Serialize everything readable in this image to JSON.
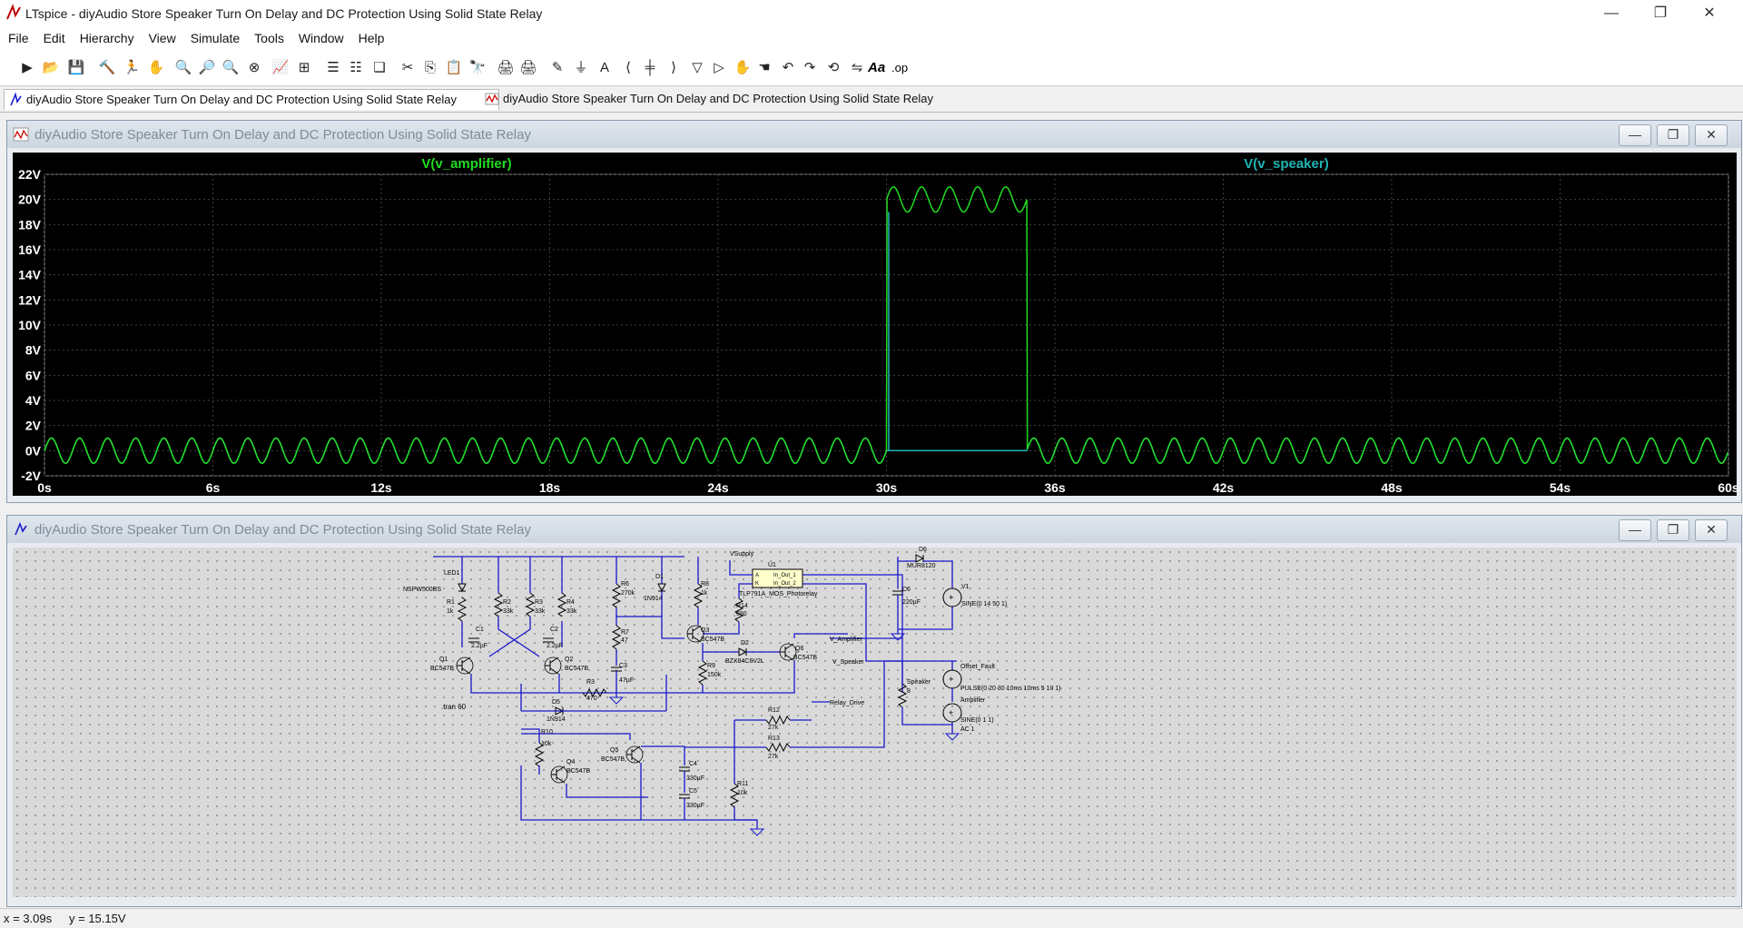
{
  "app": {
    "title": "LTspice - diyAudio Store Speaker Turn On Delay and DC Protection Using Solid State Relay"
  },
  "window_controls": {
    "minimize": "—",
    "restore": "❐",
    "close": "✕"
  },
  "menu": [
    "File",
    "Edit",
    "Hierarchy",
    "View",
    "Simulate",
    "Tools",
    "Window",
    "Help"
  ],
  "toolbar_icons": [
    "new-schematic-icon",
    "open-icon",
    "save-icon",
    "control-panel-icon",
    "run-icon",
    "halt-icon",
    "zoom-in-icon",
    "zoom-area-icon",
    "zoom-out-icon",
    "zoom-cancel-icon",
    "autorange-icon",
    "pick-visible-traces-icon",
    "tile-vertical-icon",
    "tile-horizontal-icon",
    "cascade-icon",
    "cut-icon",
    "copy-icon",
    "paste-icon",
    "find-icon",
    "print-preview-icon",
    "print-icon",
    "draw-wire-icon",
    "ground-icon",
    "label-net-icon",
    "resistor-icon",
    "capacitor-icon",
    "inductor-icon",
    "diode-icon",
    "component-icon",
    "move-icon",
    "drag-icon",
    "undo-icon",
    "redo-icon",
    "rotate-icon",
    "mirror-icon",
    "text-icon",
    "spice-directive-icon"
  ],
  "toolbar_text": {
    "text_tool": "Aa",
    "op_tool": ".op"
  },
  "tabs": [
    {
      "label": "diyAudio Store Speaker Turn On Delay and DC Protection Using Solid State Relay"
    },
    {
      "label": "diyAudio Store Speaker Turn On Delay and DC Protection Using Solid State Relay"
    }
  ],
  "waveform_window": {
    "title": "diyAudio Store Speaker Turn On Delay and DC Protection Using Solid State Relay"
  },
  "schematic_window": {
    "title": "diyAudio Store Speaker Turn On Delay and DC Protection Using Solid State Relay"
  },
  "colors": {
    "v_amplifier": "#22dd22",
    "v_speaker": "#1fb5b5",
    "background": "#000000",
    "grid": "#404040",
    "wire": "#1a1acc",
    "ground": "#1a1acc"
  },
  "chart_data": {
    "type": "line",
    "xlabel": "",
    "ylabel": "",
    "x_ticks": [
      "0s",
      "6s",
      "12s",
      "18s",
      "24s",
      "30s",
      "36s",
      "42s",
      "48s",
      "54s",
      "60s"
    ],
    "y_ticks": [
      "22V",
      "20V",
      "18V",
      "16V",
      "14V",
      "12V",
      "10V",
      "8V",
      "6V",
      "4V",
      "2V",
      "0V",
      "-2V"
    ],
    "xlim": [
      0,
      60
    ],
    "ylim": [
      -2,
      22
    ],
    "grid": true,
    "series": [
      {
        "name": "V(v_amplifier)",
        "description": "1 V amplitude 1 Hz sine centered at 0 V; during the 30s–35s offset fault pulse it rides on 20 V",
        "amplitude": 1,
        "frequency_hz": 1,
        "pulse": {
          "start": 30,
          "end": 35,
          "level": 20
        }
      },
      {
        "name": "V(v_speaker)",
        "description": "follows amplifier until relay disconnects at ~30s, holds 0 V until ~35s, then follows again",
        "disconnect_start": 30,
        "disconnect_end": 35
      }
    ]
  },
  "schematic": {
    "labels": {
      "vsupply": "VSupply",
      "u1": "U1",
      "u1_pin_a": "A",
      "u1_pin_k": "K",
      "u1_out1": "In_Out_1",
      "u1_out2": "In_Out_2",
      "u1_model": "TLP791A_MOS_Photorelay",
      "d6": "D6",
      "d6_model": "MUR8120",
      "v1": "V1",
      "v1_value": "SINE(0 14 50 1)",
      "c6": "C6",
      "c6_value": "220µF",
      "led1": "LED1",
      "led1_model": "NSPW500BS",
      "r1": "R1",
      "r1_value": "1k",
      "r2": "R2",
      "r2_value": "33k",
      "r3": "R3",
      "r3_value": "33k",
      "r4": "R4",
      "r4_value": "33k",
      "r6": "R6",
      "r6_value": "270k",
      "d1": "D1",
      "d1_model": "1N914",
      "r8": "R8",
      "r8_value": "1k",
      "r14": "R14",
      "r14_value": "680",
      "c1": "C1",
      "c1_value": "2.2µF",
      "c2": "C2",
      "c2_value": "2.2µF",
      "q1": "Q1",
      "q1_model": "BC547B",
      "q2": "Q2",
      "q2_model": "BC547B",
      "r7": "R7",
      "r7_value": "47",
      "c3": "C3",
      "c3_value": "47µF",
      "q3": "Q3",
      "q3_model": "BC547B",
      "d2": "D2",
      "d2_model": "BZX84C6V2L",
      "q6": "Q6",
      "q6_model": "BC547B",
      "r9": "R9",
      "r9_value": "150k",
      "r3b": "R3",
      "r3b_value": "470",
      "d5": "D5",
      "d5_model": "1N914",
      "tran": ".tran 60",
      "v_amplifier": "V_Amplifier",
      "v_speaker": "V_Speaker",
      "relay_drive": "Relay_Drive",
      "speaker": "Speaker",
      "speaker_value": "8",
      "offset_fault": "Offset_Fault",
      "offset_value": "PULSE(0 20 30 10ms 10ms 5 10 1)",
      "amplifier": "Amplifier",
      "amplifier_value": "SINE(0 1 1)",
      "amplifier_ac": "AC 1",
      "r10": "R10",
      "r10_value": "10k",
      "q4": "Q4",
      "q4_model": "BC547B",
      "q5": "Q5",
      "q5_model": "BC547B",
      "c4": "C4",
      "c4_value": "330µF",
      "c5": "C5",
      "c5_value": "330µF",
      "r12": "R12",
      "r12_value": "27k",
      "r13": "R13",
      "r13_value": "27k",
      "r11": "R11",
      "r11_value": "10k"
    }
  },
  "status": {
    "x": "x = 3.09s",
    "y": "y = 15.15V"
  }
}
